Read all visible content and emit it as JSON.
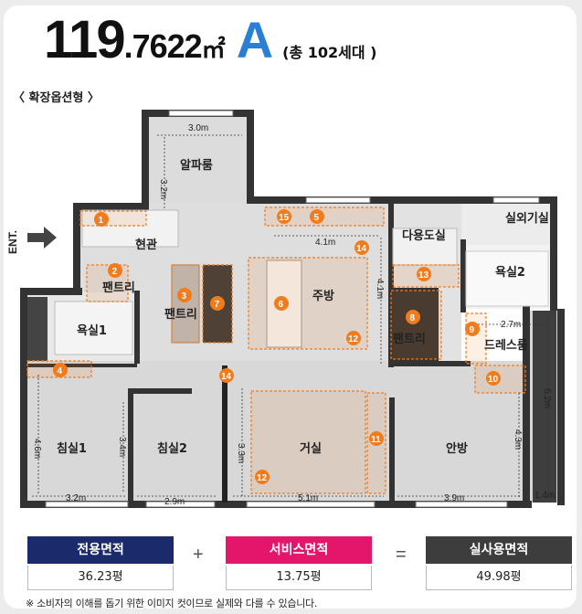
{
  "header": {
    "area_int": "119",
    "area_dec": ".7622",
    "area_unit": "㎡",
    "type_letter": "A",
    "households": "(총 102세대 )"
  },
  "option_label": "〈 확장옵션형 〉",
  "entrance_label": "ENT.",
  "rooms": {
    "alpha": "알파룸",
    "entry": "현관",
    "pantry1": "팬트리",
    "pantry2": "팬트리",
    "pantry3": "팬트리",
    "bath1": "욕실1",
    "bath2": "욕실2",
    "kitchen": "주방",
    "multi": "다용도실",
    "outdoor": "실외기실",
    "dress": "드레스룸",
    "bed1": "침실1",
    "bed2": "침실2",
    "living": "거실",
    "master": "안방"
  },
  "dimensions": {
    "alpha_w": "3.0m",
    "alpha_h": "3.2m",
    "kitchen_w": "4.1m",
    "kitchen_h": "4.1m",
    "dress_w": "2.7m",
    "bed1_h": "4.6m",
    "bed1_h2": "3.4m",
    "bed1_w": "3.2m",
    "bed2_w": "2.9m",
    "living_h": "3.3m",
    "living_w": "5.1m",
    "master_w": "3.9m",
    "master_h": "4.3m",
    "master_right_h": "6.2m",
    "master_right_w": "1.4m"
  },
  "markers": [
    "1",
    "2",
    "3",
    "4",
    "5",
    "6",
    "7",
    "8",
    "9",
    "10",
    "11",
    "12",
    "12",
    "13",
    "14",
    "14",
    "15"
  ],
  "summary": {
    "exclusive_label": "전용면적",
    "exclusive_value": "36.23평",
    "plus": "+",
    "service_label": "서비스면적",
    "service_value": "13.75평",
    "equals": "=",
    "actual_label": "실사용면적",
    "actual_value": "49.98평"
  },
  "colors": {
    "type_blue": "#2a7fd4",
    "exclusive_navy": "#1b2a6b",
    "service_pink": "#e4166b",
    "actual_gray": "#3d3d3d",
    "marker_orange": "#f07c1e"
  },
  "footnote": "※ 소비자의 이해를 돕기 위한 이미지 컷이므로 실제와 다를 수 있습니다."
}
